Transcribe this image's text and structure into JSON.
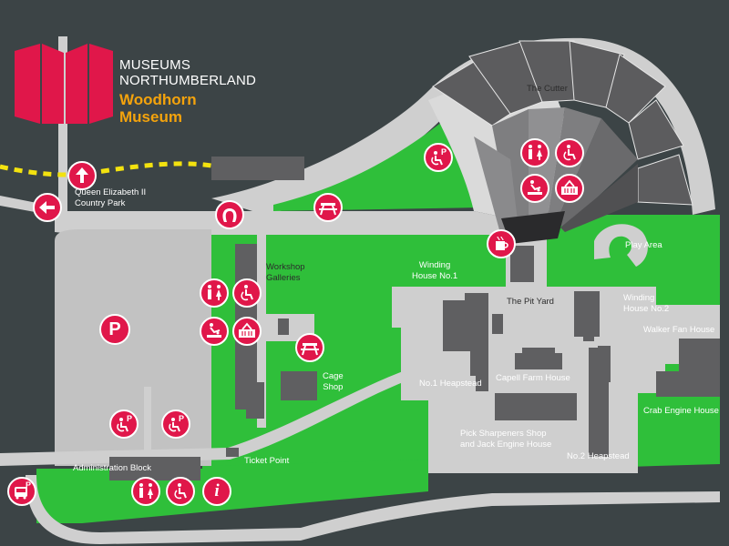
{
  "brand": {
    "org_line1": "MUSEUMS",
    "org_line2": "NORTHUMBERLAND",
    "museum_line1": "Woodhorn",
    "museum_line2": "Museum"
  },
  "colors": {
    "background": "#3c4446",
    "grass": "#2fbf3a",
    "path": "#cfcfcf",
    "building": "#5f5f61",
    "accent": "#e0174a",
    "brand_gold": "#f4a30c",
    "trail_yellow": "#f3e20f"
  },
  "labels": {
    "queen_elizabeth": "Queen Elizabeth II\nCountry Park",
    "the_cutter": "The Cutter",
    "workshop_galleries": "Workshop\nGalleries",
    "winding_house_1": "Winding\nHouse No.1",
    "the_pit_yard": "The Pit Yard",
    "play_area": "Play Area",
    "winding_house_2": "Winding\nHouse No.2",
    "walker_fan_house": "Walker Fan House",
    "cage_shop": "Cage\nShop",
    "no1_heapstead": "No.1 Heapstead",
    "capell_farm_house": "Capell Farm House",
    "crab_engine_house": "Crab Engine House",
    "pick_sharpeners": "Pick Sharpeners Shop\nand Jack Engine House",
    "no2_heapstead": "No.2 Heapstead",
    "administration_block": "Administration Block",
    "ticket_point": "Ticket Point"
  },
  "icons": {
    "direction_up": "arrow-up-icon",
    "direction_left": "arrow-left-icon",
    "horse": "horseshoe-icon",
    "picnic": "picnic-table-icon",
    "parking": "parking-icon",
    "disabled_parking": "disabled-parking-icon",
    "toilets": "toilets-icon",
    "accessible": "wheelchair-icon",
    "baby_change": "baby-change-icon",
    "shop": "shop-basket-icon",
    "cafe": "cafe-cup-icon",
    "information": "information-icon",
    "bus_parking": "bus-parking-icon"
  },
  "glyphs": {
    "parking": "P",
    "parking_small": "P",
    "info": "i"
  }
}
